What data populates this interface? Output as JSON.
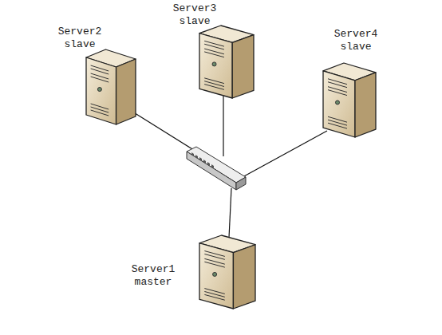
{
  "diagram": {
    "nodes": [
      {
        "text": [
          "Server2 slave"
        ]
      },
      {
        "text": [
          "Server3 slave"
        ]
      },
      {
        "text": [
          "Server4 slave"
        ]
      },
      {
        "text": [
          "Server1 master"
        ]
      }
    ]
  }
}
